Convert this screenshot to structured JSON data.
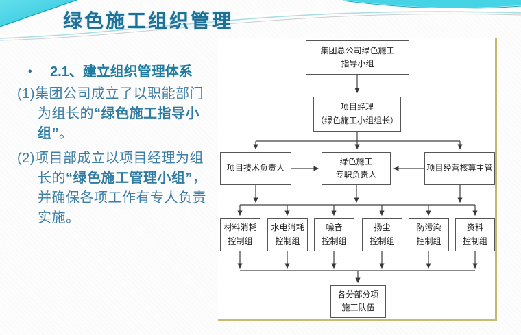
{
  "slide": {
    "title": "绿色施工组织管理",
    "bullet": "•",
    "heading": "2.1、建立组织管理体系",
    "paragraphs": [
      {
        "pre": "(1)集团公司成立了以职能部门为组长的",
        "em": "“绿色施工指导小组”",
        "post": "。"
      },
      {
        "pre": "(2)项目部成立以项目经理为组长的",
        "em": "“绿色施工管理小组”",
        "post": "，并确保各项工作有专人负责实施。"
      }
    ]
  },
  "diagram": {
    "nodes": [
      {
        "id": "group-leading",
        "label": "集团总公司绿色施工\n指导小组"
      },
      {
        "id": "project-manager",
        "label": "项目经理\n（绿色施工小组组长）"
      },
      {
        "id": "tech-director",
        "label": "项目技术负责人"
      },
      {
        "id": "green-officer",
        "label": "绿色施工\n专职负责人"
      },
      {
        "id": "accounting",
        "label": "项目经营核算主管"
      },
      {
        "id": "material",
        "label": "材料消耗\n控制组"
      },
      {
        "id": "water-power",
        "label": "水电消耗\n控制组"
      },
      {
        "id": "noise",
        "label": "噪音\n控制组"
      },
      {
        "id": "dust",
        "label": "扬尘\n控制组"
      },
      {
        "id": "anti-pollution",
        "label": "防污染\n控制组"
      },
      {
        "id": "documents",
        "label": "资料\n控制组"
      },
      {
        "id": "crews",
        "label": "各分部分项\n施工队伍"
      }
    ],
    "edges": [
      {
        "from": [
          0
        ],
        "to": [
          1
        ]
      },
      {
        "from": [
          1
        ],
        "to": [
          2,
          3,
          4
        ]
      },
      {
        "from": [
          2
        ],
        "to": [
          3
        ]
      },
      {
        "from": [
          4
        ],
        "to": [
          3
        ]
      },
      {
        "from": [
          2,
          3,
          4
        ],
        "to": [
          5,
          6,
          7,
          8,
          9,
          10
        ]
      },
      {
        "from": [
          5,
          6,
          7,
          8,
          9,
          10
        ],
        "to": [
          11
        ]
      }
    ]
  },
  "colors": {
    "title": "#1e7095",
    "heading": "#1e7ba0",
    "body_text": "#3d7ea6",
    "decor_cyan": "#45d4e6",
    "panel_border_gold": "#c6b86a",
    "flow_line": "#404040"
  }
}
